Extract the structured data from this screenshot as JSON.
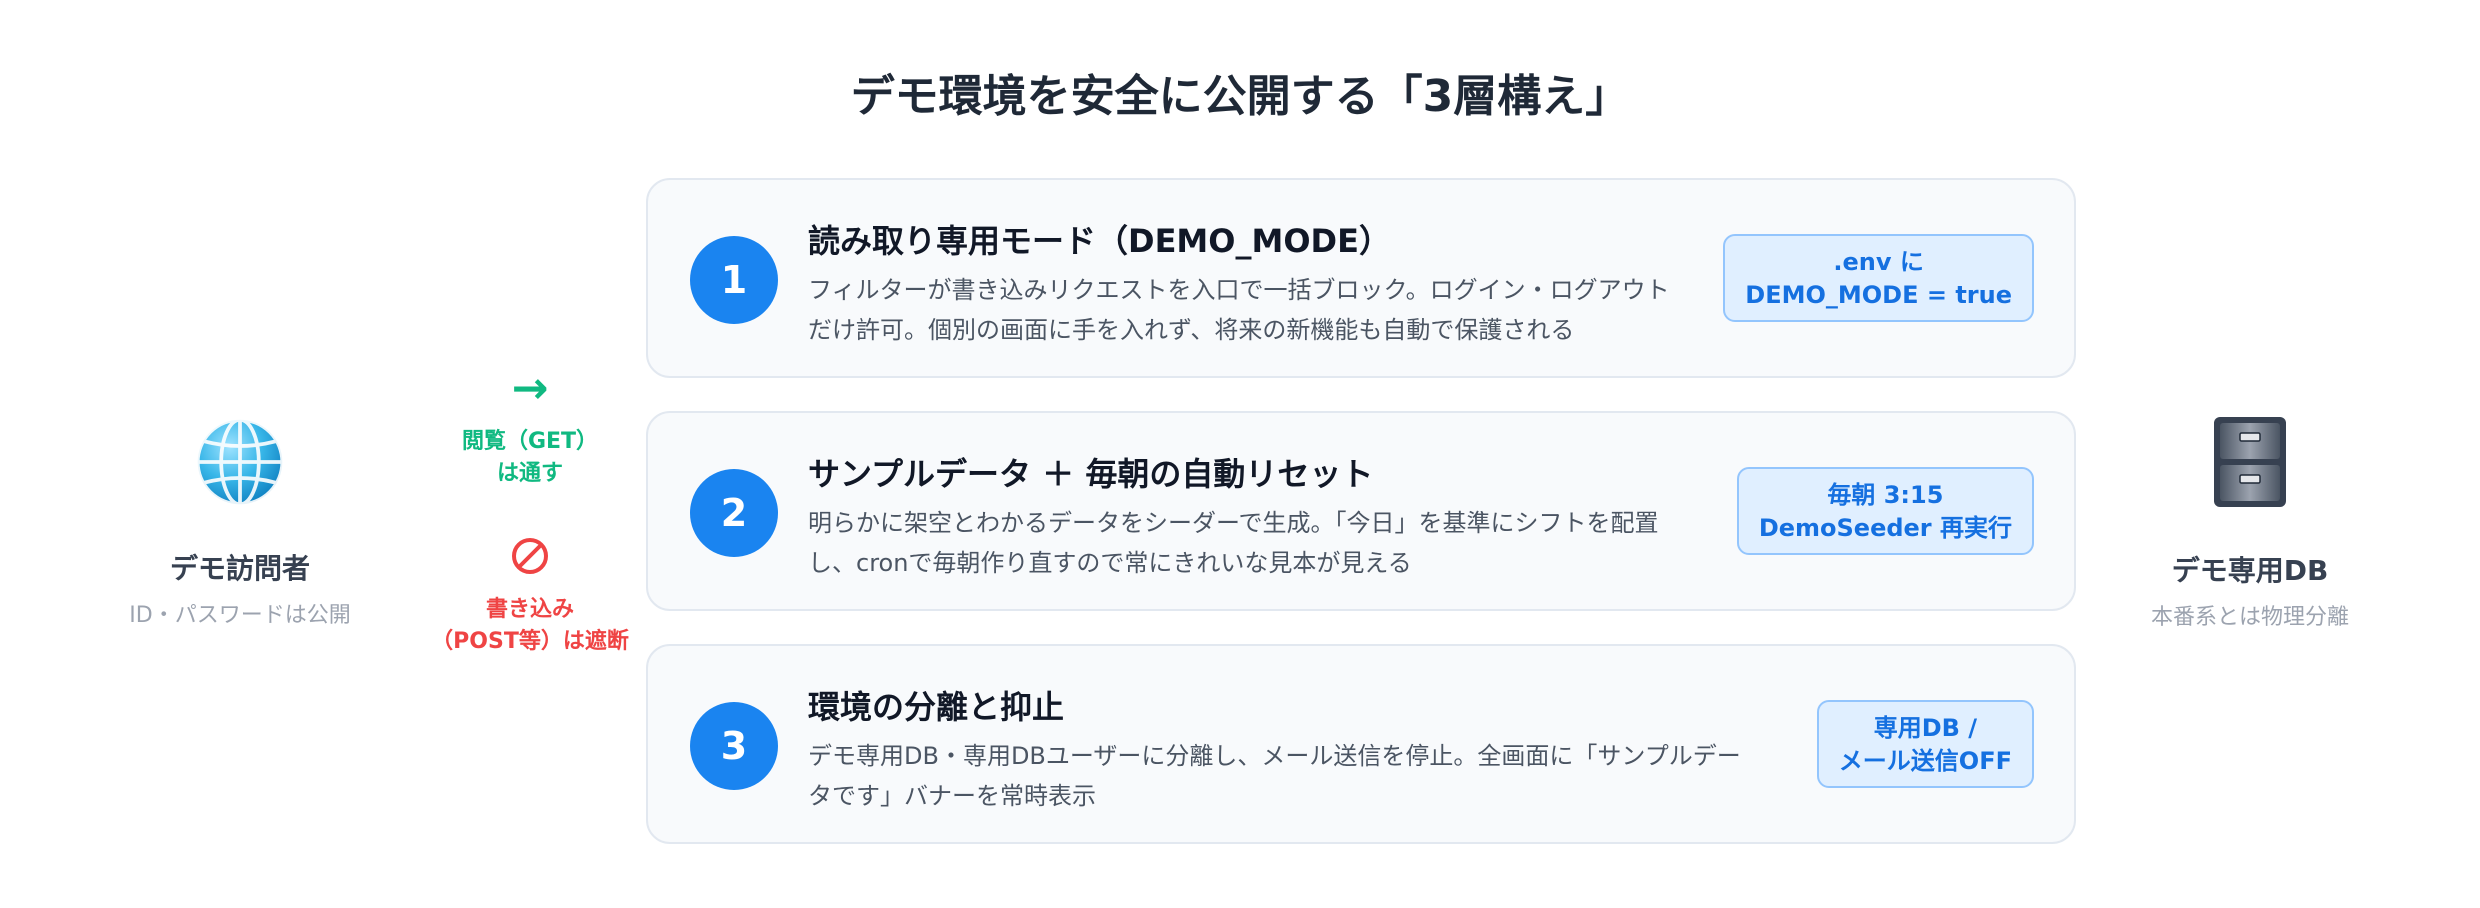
{
  "title": "デモ環境を安全に公開する「3層構え」",
  "visitor": {
    "icon": "globe-icon",
    "name": "デモ訪問者",
    "sub": "ID・パスワードは公開"
  },
  "flows": {
    "allow": {
      "icon": "arrow-right-icon",
      "glyph": "→",
      "line1": "閲覧（GET）",
      "line2": "は通す",
      "color": "#10b981"
    },
    "block": {
      "icon": "no-entry-icon",
      "line1": "書き込み",
      "line2": "（POST等）は遮断",
      "color": "#ef4444"
    }
  },
  "layers": [
    {
      "number": "1",
      "title": "読み取り専用モード（DEMO_MODE）",
      "desc_line1": "フィルターが書き込みリクエストを入口で一括ブロック。ログイン・ログアウト",
      "desc_line2": "だけ許可。個別の画面に手を入れず、将来の新機能も自動で保護される",
      "badge_line1": ".env に",
      "badge_line2": "DEMO_MODE = true"
    },
    {
      "number": "2",
      "title": "サンプルデータ ＋ 毎朝の自動リセット",
      "desc_line1": "明らかに架空とわかるデータをシーダーで生成。「今日」を基準にシフトを配置",
      "desc_line2": "し、cronで毎朝作り直すので常にきれいな見本が見える",
      "badge_line1": "毎朝 3:15",
      "badge_line2": "DemoSeeder 再実行"
    },
    {
      "number": "3",
      "title": "環境の分離と抑止",
      "desc_line1": "デモ専用DB・専用DBユーザーに分離し、メール送信を停止。全画面に「サンプルデー",
      "desc_line2": "タです」バナーを常時表示",
      "badge_line1": "専用DB /",
      "badge_line2": "メール送信OFF"
    }
  ],
  "database": {
    "icon": "file-cabinet-icon",
    "name": "デモ専用DB",
    "sub": "本番系とは物理分離"
  },
  "colors": {
    "accent": "#1a84f0",
    "badge_bg": "#e0efff",
    "badge_text": "#1570e0",
    "card_bg": "#f8fafc",
    "allow": "#10b981",
    "block": "#ef4444"
  }
}
